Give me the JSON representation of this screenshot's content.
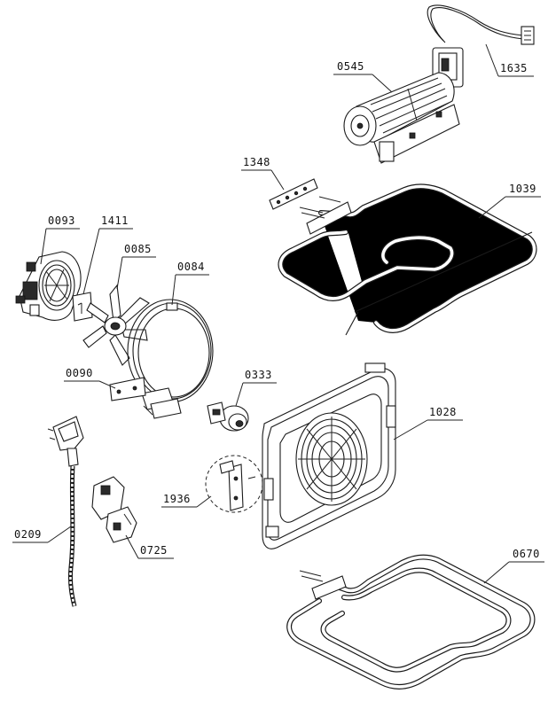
{
  "parts": [
    {
      "number": "0545"
    },
    {
      "number": "1635"
    },
    {
      "number": "1348"
    },
    {
      "number": "1039"
    },
    {
      "number": "0093"
    },
    {
      "number": "1411"
    },
    {
      "number": "0085"
    },
    {
      "number": "0084"
    },
    {
      "number": "0090"
    },
    {
      "number": "0333"
    },
    {
      "number": "1028"
    },
    {
      "number": "1936"
    },
    {
      "number": "0209"
    },
    {
      "number": "0725"
    },
    {
      "number": "0670"
    }
  ]
}
